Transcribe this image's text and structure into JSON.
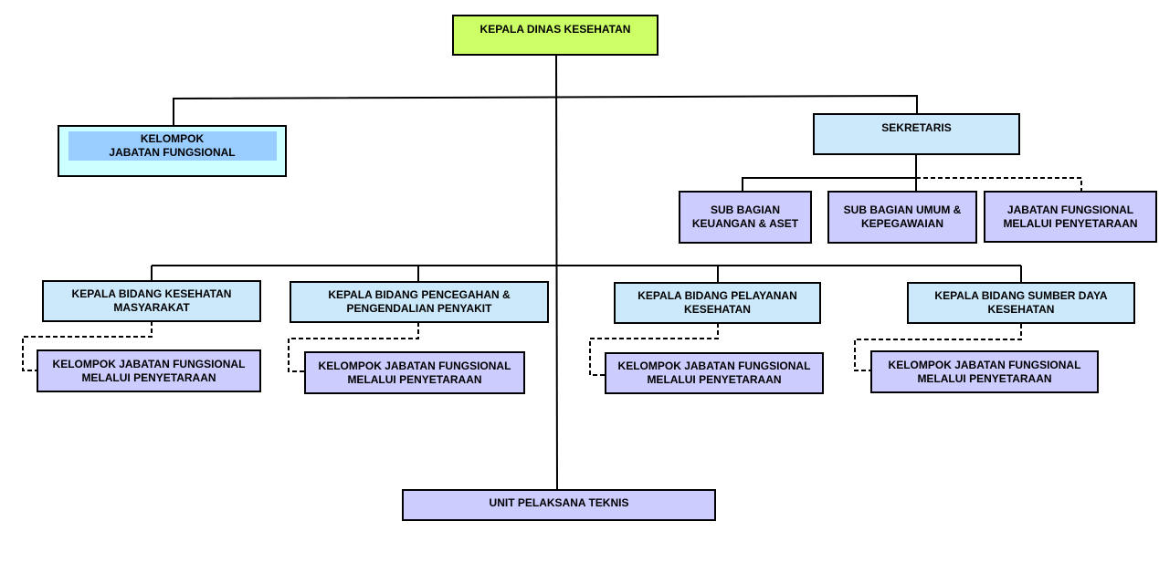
{
  "nodes": {
    "kepala_dinas": {
      "line1": "KEPALA DINAS KESEHATAN",
      "color": "#ccff66"
    },
    "kelompok_jf": {
      "line1": "KELOMPOK",
      "line2": "JABATAN FUNGSIONAL",
      "color": "#ccffff",
      "inner_color": "#99ccff"
    },
    "sekretaris": {
      "line1": "SEKRETARIS",
      "color": "#cce8fb"
    },
    "sub_keuangan": {
      "line1": "SUB BAGIAN",
      "line2": "KEUANGAN & ASET"
    },
    "sub_umum": {
      "line1": "SUB BAGIAN UMUM &",
      "line2": "KEPEGAWAIAN"
    },
    "jf_sekretariat": {
      "line1": "JABATAN FUNGSIONAL",
      "line2": "MELALUI PENYETARAAN"
    },
    "bidang_kesmas": {
      "line1": "KEPALA BIDANG KESEHATAN",
      "line2": "MASYARAKAT"
    },
    "bidang_p2p": {
      "line1": "KEPALA BIDANG PENCEGAHAN &",
      "line2": "PENGENDALIAN PENYAKIT"
    },
    "bidang_yankes": {
      "line1": "KEPALA BIDANG PELAYANAN",
      "line2": "KESEHATAN"
    },
    "bidang_sdk": {
      "line1": "KEPALA BIDANG SUMBER DAYA",
      "line2": "KESEHATAN"
    },
    "jf_kesmas": {
      "line1": "KELOMPOK JABATAN FUNGSIONAL",
      "line2": "MELALUI PENYETARAAN"
    },
    "jf_p2p": {
      "line1": "KELOMPOK JABATAN FUNGSIONAL",
      "line2": "MELALUI PENYETARAAN"
    },
    "jf_yankes": {
      "line1": "KELOMPOK JABATAN FUNGSIONAL",
      "line2": "MELALUI PENYETARAAN"
    },
    "jf_sdk": {
      "line1": "KELOMPOK JABATAN FUNGSIONAL",
      "line2": "MELALUI PENYETARAAN"
    },
    "upt": {
      "line1": "UNIT PELAKSANA TEKNIS"
    }
  },
  "colors": {
    "head": "#ccff66",
    "unit": "#cce8fb",
    "functional": "#ccccff",
    "group": "#ccffff",
    "group_inner": "#99ccff",
    "line": "#000000"
  }
}
